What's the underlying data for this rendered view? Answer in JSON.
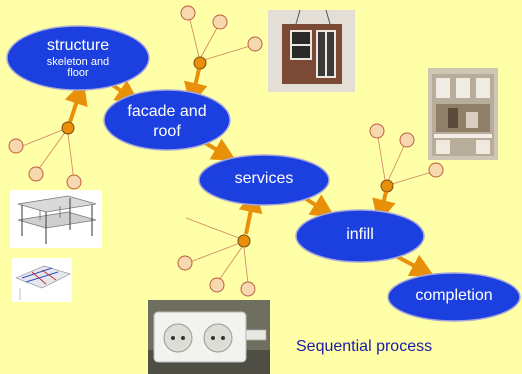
{
  "nodes": {
    "structure": {
      "title": "structure",
      "subtitle": "skeleton and floor"
    },
    "facade": {
      "title": "facade and roof"
    },
    "services": {
      "title": "services"
    },
    "infill": {
      "title": "infill"
    },
    "completion": {
      "title": "completion"
    }
  },
  "caption": "Sequential process",
  "colors": {
    "background": "#ffffa8",
    "node_fill": "#1c3fe0",
    "node_stroke": "#a8a8d8",
    "arrow": "#e8900a",
    "hub": "#e8900a",
    "input_circle": "#f7d9b0",
    "input_stroke": "#c05a3a",
    "caption": "#1a1aa8"
  },
  "images": [
    {
      "name": "facade-panel-photo"
    },
    {
      "name": "interior-building-photo"
    },
    {
      "name": "structure-drawing"
    },
    {
      "name": "services-drawing"
    },
    {
      "name": "power-socket-photo"
    }
  ]
}
